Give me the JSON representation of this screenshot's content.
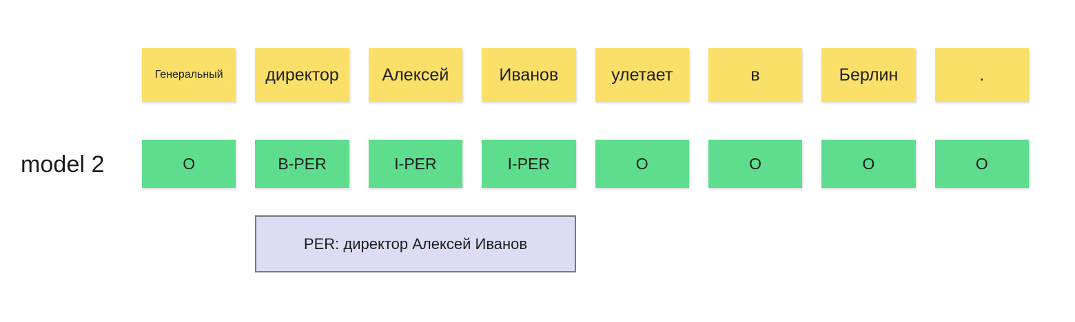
{
  "diagram": {
    "row_label": "model 2",
    "tokens": [
      {
        "text": "Генеральный",
        "size": "small"
      },
      {
        "text": "директор",
        "size": "normal"
      },
      {
        "text": "Алексей",
        "size": "normal"
      },
      {
        "text": "Иванов",
        "size": "normal"
      },
      {
        "text": "улетает",
        "size": "normal"
      },
      {
        "text": "в",
        "size": "normal"
      },
      {
        "text": "Берлин",
        "size": "normal"
      },
      {
        "text": ".",
        "size": "normal"
      }
    ],
    "tags": [
      "O",
      "B-PER",
      "I-PER",
      "I-PER",
      "O",
      "O",
      "O",
      "O"
    ],
    "entity_callout": "PER: директор Алексей Иванов",
    "colors": {
      "token_box": "#fae069",
      "tag_box": "#5fdd8f",
      "callout_fill": "#dcdcf5",
      "callout_border": "#76767f",
      "text": "#1c1c1c",
      "background": "#ffffff"
    }
  }
}
